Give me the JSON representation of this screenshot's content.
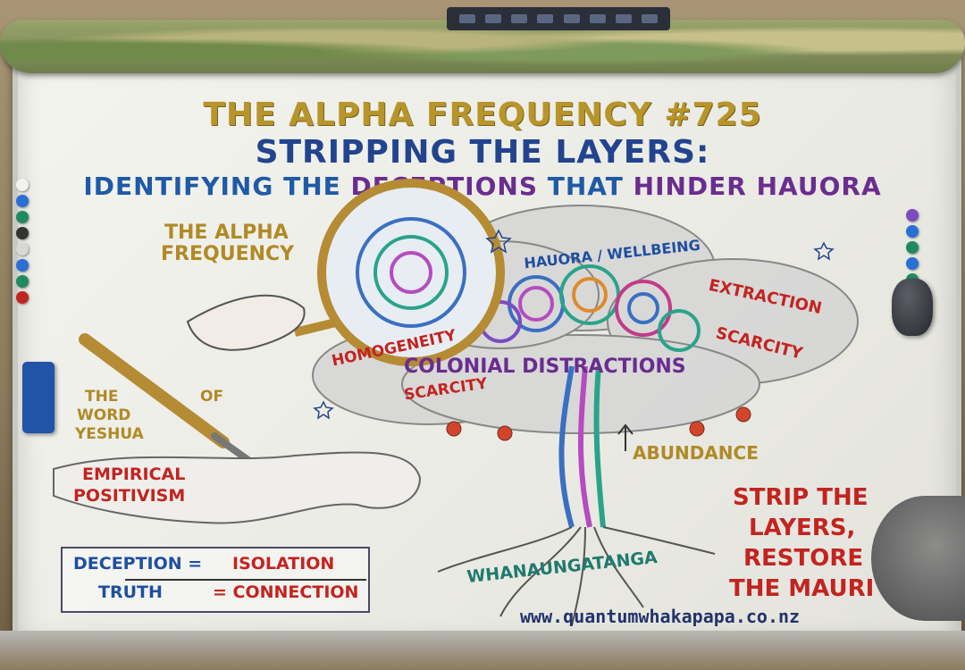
{
  "title": {
    "line1": "THE ALPHA FREQUENCY #725",
    "line2": "STRIPPING THE LAYERS:",
    "line3_a": "IDENTIFYING THE ",
    "line3_b": "DECEPTIONS",
    "line3_c": " THAT ",
    "line3_d": "HINDER HAUORA"
  },
  "labels": {
    "alpha_freq_1": "THE ALPHA",
    "alpha_freq_2": "FREQUENCY",
    "hauora": "HAUORA / WELLBEING",
    "extraction": "EXTRACTION",
    "scarcity_right": "SCARCITY",
    "homogeneity": "HOMOGENEITY",
    "colonial": "COLONIAL DISTRACTIONS",
    "scarcity_left": "SCARCITY",
    "the": "THE",
    "of": "OF",
    "word": "WORD",
    "yeshua": "YESHUA",
    "empirical": "EMPIRICAL",
    "positivism": "POSITIVISM",
    "abundance": "ABUNDANCE",
    "whanaungatanga": "WHANAUNGATANGA",
    "strip1": "STRIP THE",
    "strip2": "LAYERS,",
    "strip3": "RESTORE",
    "strip4": "THE MAURI"
  },
  "equation": {
    "deception": "DECEPTION =",
    "isolation": "ISOLATION",
    "truth": "TRUTH",
    "connection": "= CONNECTION"
  },
  "url": "www.quantumwhakapapa.co.nz",
  "colors": {
    "gold": "#b08a26",
    "blue": "#22448f",
    "red": "#c22420",
    "purple": "#6a2d8f",
    "teal": "#1f7a6e"
  }
}
